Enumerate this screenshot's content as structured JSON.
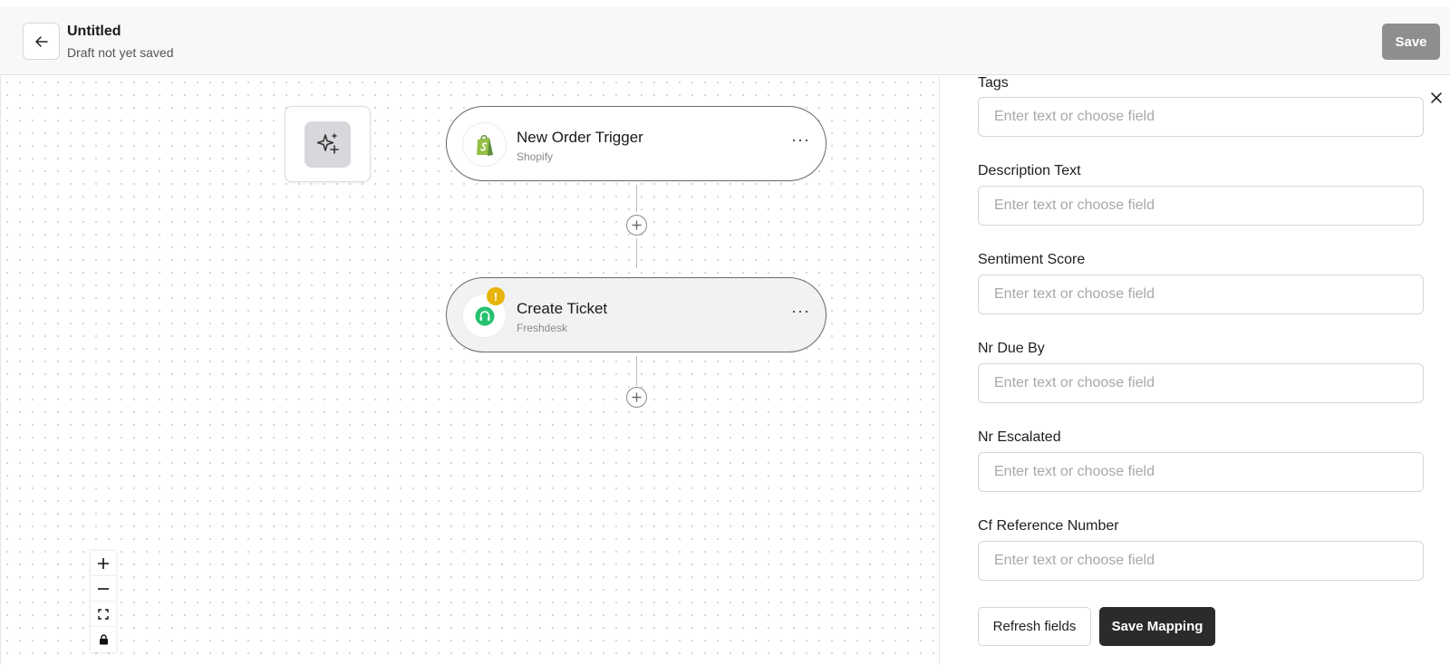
{
  "header": {
    "title": "Untitled",
    "subtitle": "Draft not yet saved",
    "save_label": "Save",
    "back_icon": "arrow-left-icon"
  },
  "canvas": {
    "ai_node_icon": "sparkles-icon",
    "nodes": [
      {
        "title": "New Order Trigger",
        "app": "Shopify",
        "icon": "shopify-icon",
        "brand_color": "#95bf47",
        "menu": "···",
        "selected": false,
        "warning": false
      },
      {
        "title": "Create Ticket",
        "app": "Freshdesk",
        "icon": "freshdesk-icon",
        "brand_color": "#25c16f",
        "menu": "···",
        "selected": true,
        "warning": true,
        "warning_glyph": "!"
      }
    ],
    "add_step_glyph": "+",
    "zoom_controls": [
      "zoom-in",
      "zoom-out",
      "fit-view",
      "lock"
    ]
  },
  "panel": {
    "close_glyph": "×",
    "fields": [
      {
        "label": "Tags",
        "placeholder": "Enter text or choose field",
        "value": ""
      },
      {
        "label": "Description Text",
        "placeholder": "Enter text or choose field",
        "value": ""
      },
      {
        "label": "Sentiment Score",
        "placeholder": "Enter text or choose field",
        "value": ""
      },
      {
        "label": "Nr Due By",
        "placeholder": "Enter text or choose field",
        "value": ""
      },
      {
        "label": "Nr Escalated",
        "placeholder": "Enter text or choose field",
        "value": ""
      },
      {
        "label": "Cf Reference Number",
        "placeholder": "Enter text or choose field",
        "value": ""
      }
    ],
    "refresh_label": "Refresh fields",
    "save_mapping_label": "Save Mapping"
  },
  "colors": {
    "header_bg": "#f8f8f8",
    "save_disabled": "#8e8e8e",
    "primary_dark": "#2b2b2b",
    "warning": "#e6b40a"
  }
}
